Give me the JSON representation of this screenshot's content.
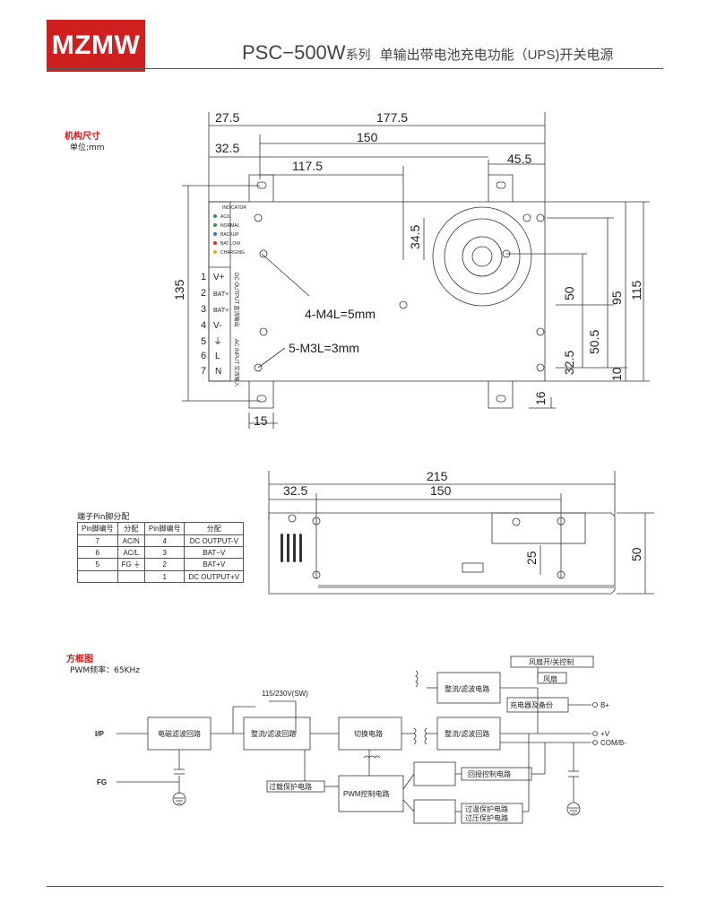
{
  "header": {
    "logo": "MZMW",
    "model": "PSC−500W",
    "series": "系列",
    "description": "单输出带电池充电功能（UPS)开关电源"
  },
  "mech": {
    "section_title": "机构尺寸",
    "unit": "单位:mm",
    "dims": {
      "d27_5": "27.5",
      "d177_5": "177.5",
      "d32_5": "32.5",
      "d150": "150",
      "d117_5": "117.5",
      "d45_5": "45.5",
      "d34_5": "34.5",
      "d135": "135",
      "d50": "50",
      "d95": "95",
      "d115": "115",
      "d50_5": "50.5",
      "d32_5b": "32.5",
      "d10": "10",
      "d16": "16",
      "d15": "15",
      "hole_m4": "4-M4L=5mm",
      "hole_m3": "5-M3L=3mm"
    },
    "terminal_numbers": [
      "1",
      "2",
      "3",
      "4",
      "5",
      "6",
      "7"
    ],
    "terminal_labels": [
      "V+",
      "BAT+",
      "BAT+",
      "V-",
      "⏚",
      "L",
      "N"
    ],
    "indicator": {
      "title": "INDICATOR",
      "items": [
        "AC/L",
        "NORMAL",
        "BACKUP",
        "BAT LOW",
        "CHARGING"
      ]
    },
    "dc_output_label": "DC OUTPUT 直流输出",
    "ac_input_label": "AC INPUT 交流输入"
  },
  "side": {
    "dims": {
      "d215": "215",
      "d32_5": "32.5",
      "d150": "150",
      "d25": "25",
      "d50": "50"
    }
  },
  "pins": {
    "caption": "端子Pin脚分配",
    "headers": [
      "Pin脚编号",
      "分配",
      "Pin脚编号",
      "分配"
    ],
    "rows": [
      [
        "7",
        "AC/N",
        "4",
        "DC OUTPUT-V"
      ],
      [
        "6",
        "AC/L",
        "3",
        "BAT−V"
      ],
      [
        "5",
        "FG ⏚",
        "2",
        "BAT+V"
      ],
      [
        "",
        "",
        "1",
        "DC OUTPUT+V"
      ]
    ]
  },
  "block": {
    "section_title": "方框图",
    "pwm_freq": "PWM频率：65KHz",
    "ip": "I/P",
    "fg": "FG",
    "emi": "电磁滤波回路",
    "sw_label": "115/230V(SW)",
    "rect1": "整流/滤波回路",
    "switch": "切换电路",
    "rect2": "整流/滤波电路",
    "rect3": "整流/滤波回路",
    "fan_ctrl": "风扇开/关控制",
    "fan": "风扇",
    "charger": "充电器及备份",
    "b_plus": "B+",
    "v_plus": "+V",
    "com": "COM/B-",
    "ocp": "过载保护电路",
    "pwm": "PWM控制电路",
    "fb": "回授控制电路",
    "otp": "过温保护电路",
    "ovp": "过压保护电路"
  }
}
